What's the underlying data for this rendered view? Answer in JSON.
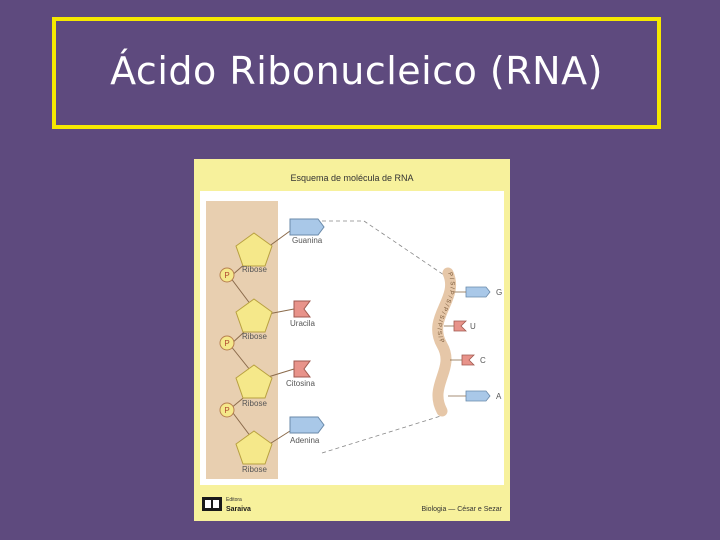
{
  "slide": {
    "title": "Ácido Ribonucleico (RNA)"
  },
  "figure": {
    "heading": "Esquema de molécula de RNA",
    "sugar_label": "Ribose",
    "phosphate_label": "P",
    "bases": [
      "Guanina",
      "Uracila",
      "Citosina",
      "Adenina"
    ],
    "strand_letters": [
      "G",
      "U",
      "C",
      "A"
    ],
    "strand_chain": "P/S/P/S/P/S/P/S/P",
    "footer_left_top": "Editora",
    "footer_left_bottom": "Saraiva",
    "footer_right": "Biologia — César e Sezar",
    "colors": {
      "slide_bg": "#5e4a7e",
      "frame_border": "#f5e800",
      "figure_bg": "#f7f19c",
      "panel_bg": "#ffffff",
      "backbone_bg": "#e8cfb0",
      "ribose": "#f5e88a",
      "purine": "#a9c8e8",
      "pyrimidine": "#e8938a",
      "strand": "#e6c7a8"
    }
  }
}
